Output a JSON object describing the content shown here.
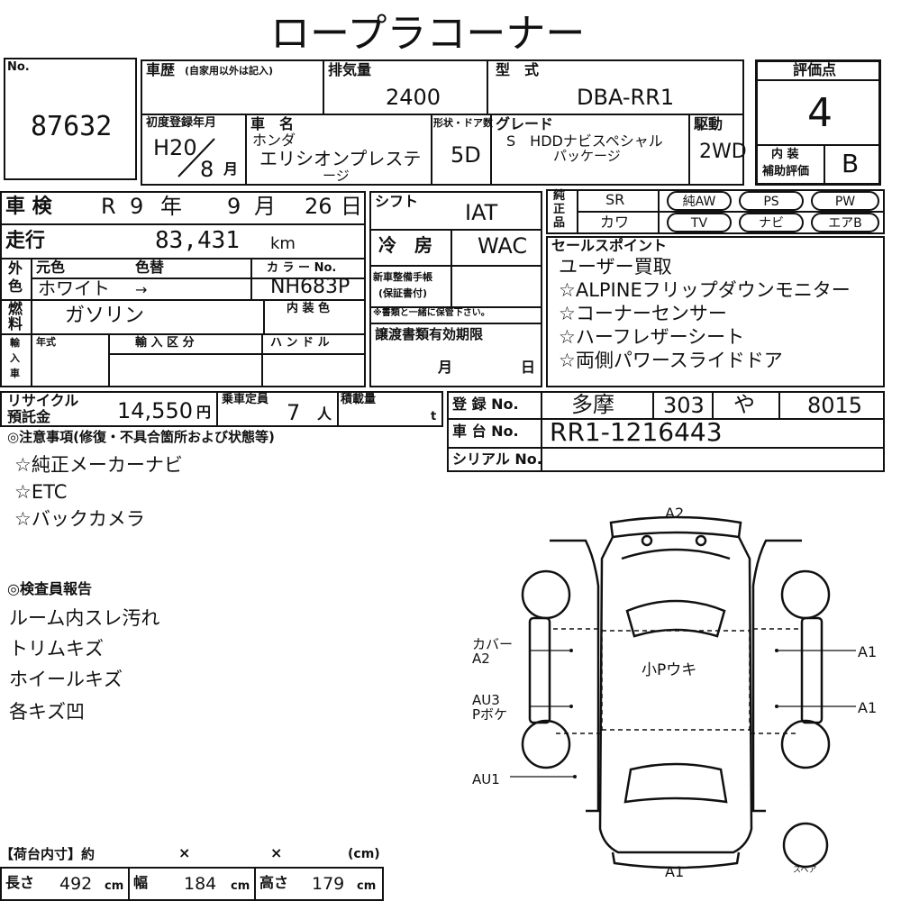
{
  "title": "ロープラコーナー",
  "lot": {
    "label": "No.",
    "number": "87632"
  },
  "history": {
    "label": "車歴",
    "note": "(自家用以外は記入)"
  },
  "displacement": {
    "label": "排気量",
    "value": "2400"
  },
  "model": {
    "label": "型　式",
    "value": "DBA-RR1"
  },
  "score": {
    "label": "評価点",
    "value": "4",
    "interior_label_1": "内 装",
    "interior_label_2": "補助評価",
    "interior_value": "B"
  },
  "first_reg": {
    "label": "初度登録年月",
    "era_year": "H20",
    "month": "8",
    "month_unit": "月"
  },
  "car_name": {
    "label": "車　名",
    "maker": "ホンダ",
    "name_1": "エリシオンプレステ",
    "name_2": "ージ"
  },
  "body": {
    "label": "形状・ドア数",
    "value": "5D"
  },
  "grade": {
    "label": "グレード",
    "line1": "S　HDDナビスペシャル",
    "line2": "パッケージ"
  },
  "drive": {
    "label": "駆動",
    "value": "2WD"
  },
  "inspection": {
    "label": "車 検",
    "era": "R",
    "year": "9",
    "year_unit": "年",
    "month": "9",
    "month_unit": "月",
    "day": "26",
    "day_unit": "日"
  },
  "shift": {
    "label": "シフト",
    "value": "IAT"
  },
  "equip": {
    "label_1": "純",
    "label_2": "正",
    "label_3": "品",
    "sr": "SR",
    "kawa": "カワ",
    "opts": [
      "純AW",
      "PS",
      "PW",
      "TV",
      "ナビ",
      "エアB"
    ]
  },
  "mileage": {
    "label": "走行",
    "value": "83,431",
    "unit": "km"
  },
  "aircon": {
    "label": "冷　房",
    "value": "WAC"
  },
  "color": {
    "label_a": "外",
    "label_b": "色",
    "orig_label": "元色",
    "change_label": "色替",
    "color_no_label": "カ ラ ー No.",
    "value": "ホワイト",
    "arrow": "→",
    "code": "NH683P"
  },
  "service": {
    "label_1": "新車整備手帳",
    "label_2": "(保証書付)",
    "note": "※書類と一緒に保管下さい。"
  },
  "fuel": {
    "label_a": "燃",
    "label_b": "料",
    "value": "ガソリン",
    "interior_color_label": "内 装 色"
  },
  "sales": {
    "label": "セールスポイント",
    "points": [
      "ユーザー買取",
      "☆ALPINEフリップダウンモニター",
      "☆コーナーセンサー",
      "☆ハーフレザーシート",
      "☆両側パワースライドドア"
    ]
  },
  "import": {
    "label_1": "輸",
    "label_2": "入",
    "label_3": "車",
    "year_label": "年式",
    "type_label": "輸 入 区 分",
    "handle_label": "ハ ン ド ル"
  },
  "transfer": {
    "label": "譲渡書類有効期限",
    "month": "月",
    "day": "日"
  },
  "recycle": {
    "label_1": "リサイクル",
    "label_2": "預託金",
    "value": "14,550",
    "unit": "円"
  },
  "capacity": {
    "label": "乗車定員",
    "value": "7",
    "unit": "人"
  },
  "load": {
    "label": "積載量",
    "unit": "t"
  },
  "registration": {
    "label": "登 録 No.",
    "area": "多摩",
    "class": "303",
    "kana": "や",
    "number": "8015"
  },
  "chassis": {
    "label": "車 台 No.",
    "value": "RR1-1216443"
  },
  "serial": {
    "label": "シリアル No."
  },
  "notes": {
    "label": "◎注意事項(修復・不具合箇所および状態等)",
    "items": [
      "☆純正メーカーナビ",
      "☆ETC",
      "☆バックカメラ"
    ]
  },
  "inspector": {
    "label": "◎検査員報告",
    "items": [
      "ルーム内スレ汚れ",
      "トリムキズ",
      "ホイールキズ",
      "各キズ凹"
    ]
  },
  "diagram": {
    "front": "A2",
    "rear": "A1",
    "roof_note": "小Pウキ",
    "right_upper": "A1",
    "right_lower": "A1",
    "left_1a": "カバー",
    "left_1b": "A2",
    "left_2a": "AU3",
    "left_2b": "Pボケ",
    "left_3": "AU1",
    "spare": "スペア"
  },
  "cargo": {
    "label": "【荷台内寸】約",
    "x1": "×",
    "x2": "×",
    "unit_header": "(cm)",
    "length_label": "長さ",
    "length": "492",
    "width_label": "幅",
    "width": "184",
    "height_label": "高さ",
    "height": "179",
    "unit": "cm"
  }
}
